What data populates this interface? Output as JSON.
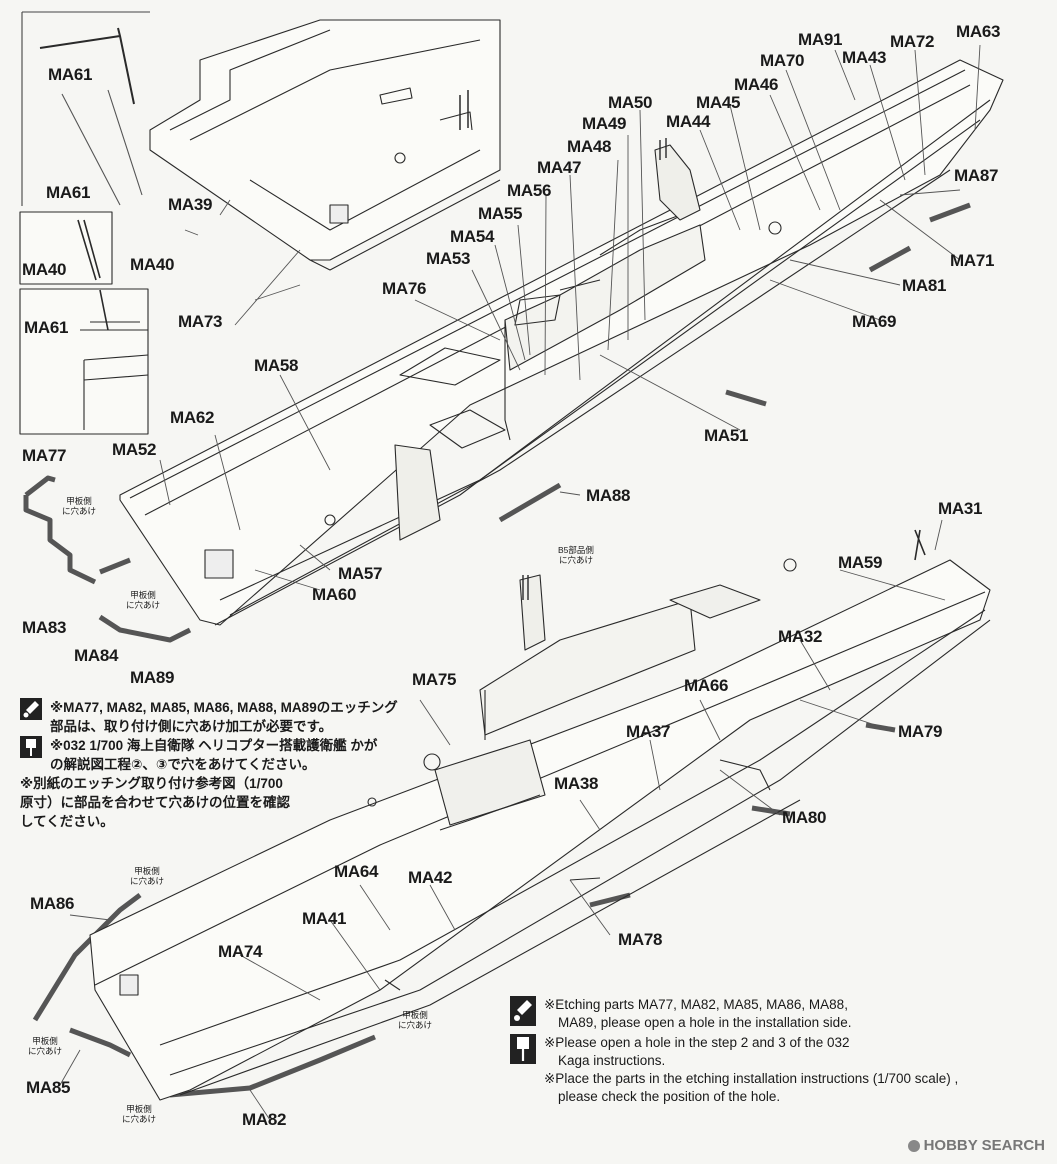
{
  "labels": {
    "MA61a": "MA61",
    "MA61b": "MA61",
    "MA61c": "MA61",
    "MA39": "MA39",
    "MA40a": "MA40",
    "MA40b": "MA40",
    "MA73": "MA73",
    "MA76": "MA76",
    "MA58": "MA58",
    "MA62": "MA62",
    "MA77": "MA77",
    "MA52": "MA52",
    "MA83": "MA83",
    "MA84": "MA84",
    "MA89": "MA89",
    "MA57": "MA57",
    "MA60": "MA60",
    "MA88": "MA88",
    "MA51": "MA51",
    "MA53": "MA53",
    "MA54": "MA54",
    "MA55": "MA55",
    "MA56": "MA56",
    "MA47": "MA47",
    "MA48": "MA48",
    "MA49": "MA49",
    "MA50": "MA50",
    "MA44": "MA44",
    "MA45": "MA45",
    "MA46": "MA46",
    "MA70": "MA70",
    "MA91": "MA91",
    "MA43": "MA43",
    "MA72": "MA72",
    "MA63": "MA63",
    "MA87": "MA87",
    "MA71": "MA71",
    "MA81": "MA81",
    "MA69": "MA69",
    "MA31": "MA31",
    "MA59": "MA59",
    "MA32": "MA32",
    "MA66": "MA66",
    "MA79": "MA79",
    "MA75": "MA75",
    "MA37": "MA37",
    "MA38": "MA38",
    "MA80": "MA80",
    "MA64": "MA64",
    "MA42": "MA42",
    "MA41": "MA41",
    "MA78": "MA78",
    "MA86": "MA86",
    "MA74": "MA74",
    "MA85": "MA85",
    "MA82": "MA82"
  },
  "hole_notes": {
    "deck1": "甲板側\nに穴あけ",
    "deck2": "甲板側\nに穴あけ",
    "b5": "B5部品側\nに穴あけ",
    "deck3": "甲板側\nに穴あけ",
    "deck4": "甲板側\nに穴あけ",
    "deck5": "甲板側\nに穴あけ",
    "deck6": "甲板側\nに穴あけ"
  },
  "notes_jp": {
    "line1": "※MA77, MA82, MA85, MA86, MA88, MA89のエッチング",
    "line2": "部品は、取り付け側に穴あけ加工が必要です。",
    "line3": "※032 1/700 海上自衛隊 ヘリコプター搭載護衛艦 かが",
    "line4": "の解説図工程②、③で穴をあけてください。",
    "line5": "※別紙のエッチング取り付け参考図（1/700",
    "line6": "原寸）に部品を合わせて穴あけの位置を確認",
    "line7": "してください。"
  },
  "notes_en": {
    "line1": "※Etching parts MA77, MA82, MA85, MA86, MA88,",
    "line2": "MA89, please open a hole in the installation side.",
    "line3": "※Please open a hole in the step 2 and 3 of the 032",
    "line4": "Kaga instructions.",
    "line5": "※Place the parts in the etching installation instructions (1/700 scale) ,",
    "line6": "please check the position of the hole."
  },
  "icons": [
    "paint-drop-icon",
    "drill-icon"
  ],
  "watermark": "HOBBY SEARCH"
}
